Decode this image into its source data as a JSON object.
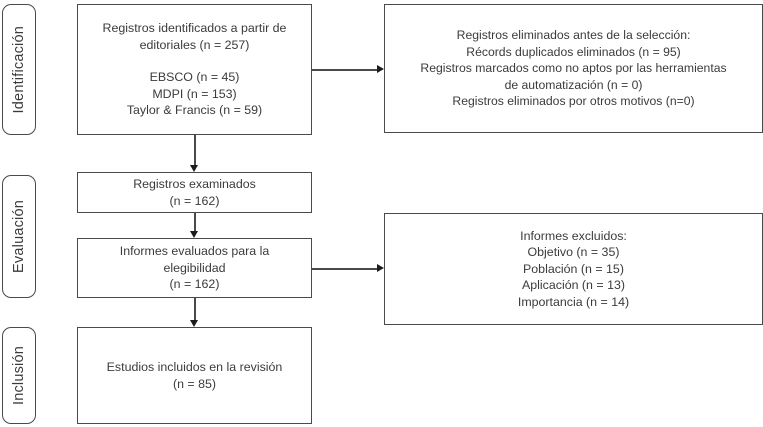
{
  "diagram": {
    "title": "PRISMA flow diagram",
    "language": "es",
    "colors": {
      "box_border": "#4a4a4a",
      "text": "#3b3b3b",
      "connector": "#4a4a4a",
      "arrowhead": "#1c1c1c",
      "background": "#ffffff"
    }
  },
  "phases": [
    {
      "id": "identificacion",
      "label": "Identificación"
    },
    {
      "id": "evaluacion",
      "label": "Evaluación"
    },
    {
      "id": "inclusion",
      "label": "Inclusión"
    }
  ],
  "boxes": {
    "identified": {
      "lines": [
        "Registros identificados a partir de",
        "editoriales (n = 257)",
        "",
        "EBSCO (n = 45)",
        "MDPI (n = 153)",
        "Taylor & Francis (n = 59)"
      ]
    },
    "removed_before_screening": {
      "lines": [
        "Registros eliminados antes de la selección:",
        "Récords duplicados eliminados (n = 95)",
        "Registros marcados como no aptos por las herramientas",
        "de automatización  (n = 0)",
        "Registros eliminados por otros motivos (n=0)"
      ]
    },
    "screened": {
      "lines": [
        "Registros examinados",
        "(n = 162)"
      ]
    },
    "eligibility": {
      "lines": [
        "Informes evaluados para la",
        "elegibilidad",
        "(n = 162)"
      ]
    },
    "reports_excluded": {
      "lines": [
        "Informes excluidos:",
        "Objetivo (n = 35)",
        "Población (n = 15)",
        "Aplicación (n = 13)",
        "Importancia (n = 14)"
      ]
    },
    "included": {
      "lines": [
        "Estudios incluidos en la revisión",
        "(n = 85)"
      ]
    }
  }
}
